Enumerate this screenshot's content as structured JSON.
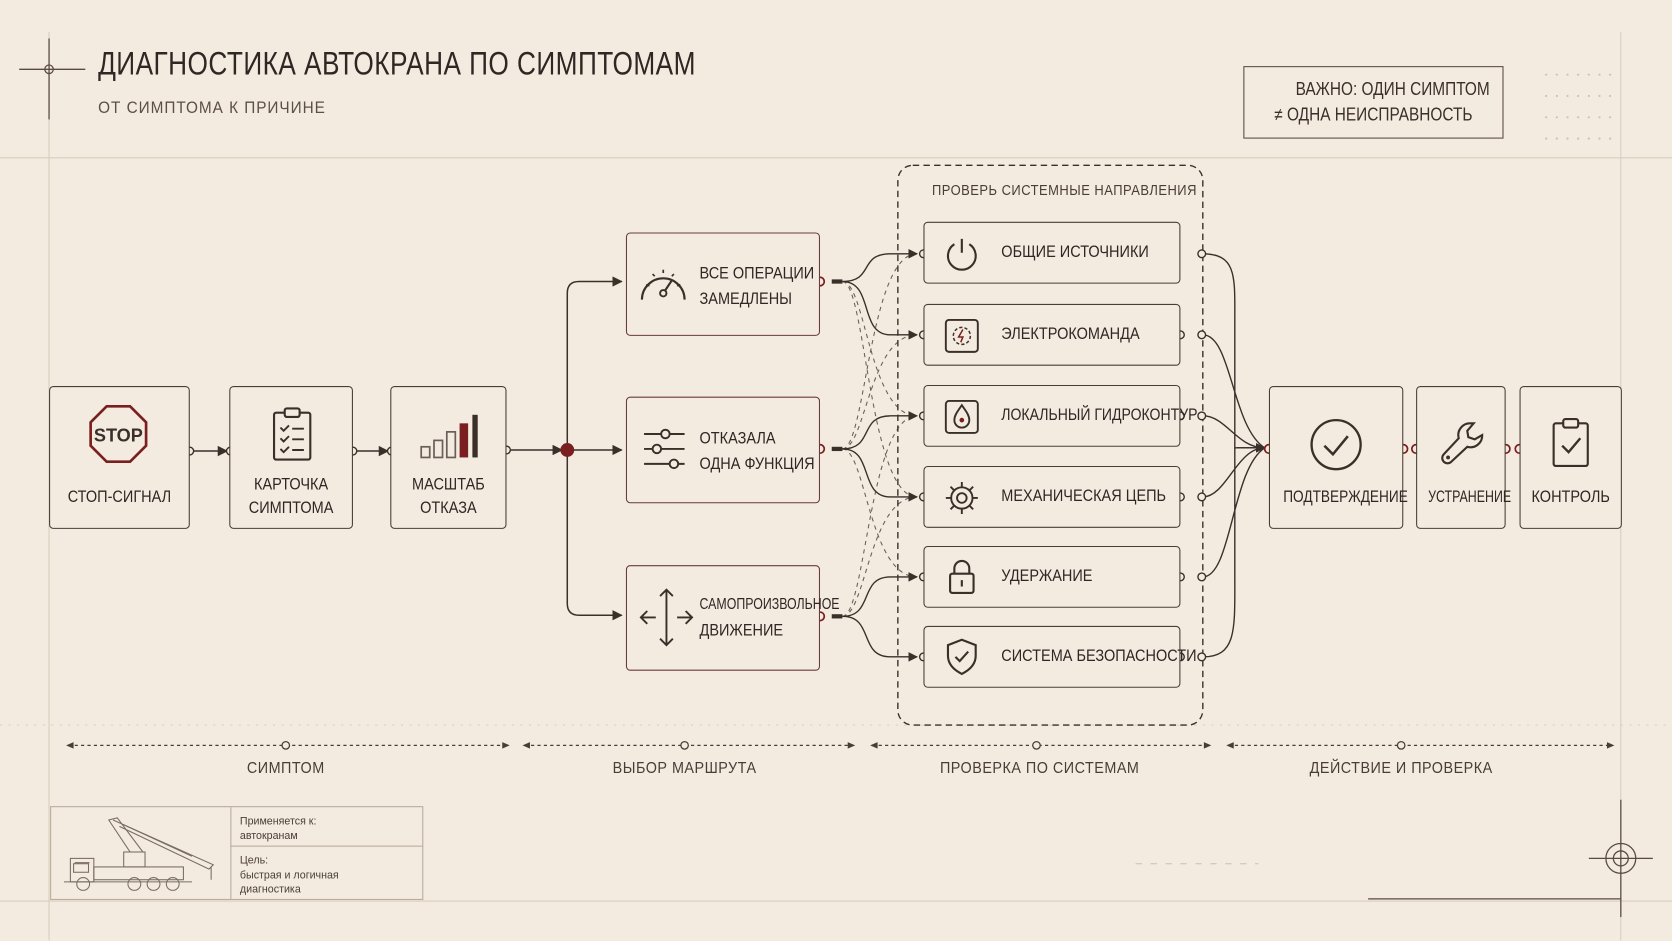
{
  "title": "ДИАГНОСТИКА АВТОКРАНА ПО СИМПТОМАМ",
  "subtitle": "ОТ СИМПТОМА К ПРИЧИНЕ",
  "note": {
    "line1": "ВАЖНО: ОДИН СИМПТОМ",
    "line2": "≠ ОДНА НЕИСПРАВНОСТЬ"
  },
  "start": {
    "stop": {
      "icon_text": "STOP",
      "label": "СТОП-СИГНАЛ",
      "icon": "stop-sign-icon"
    },
    "card": {
      "line1": "КАРТОЧКА",
      "line2": "СИМПТОМА",
      "icon": "clipboard-checklist-icon"
    },
    "scale": {
      "line1": "МАСШТАБ",
      "line2": "ОТКАЗА",
      "icon": "bar-scale-icon"
    }
  },
  "routes": [
    {
      "line1": "ВСЕ ОПЕРАЦИИ",
      "line2": "ЗАМЕДЛЕНЫ",
      "icon": "speedometer-icon"
    },
    {
      "line1": "ОТКАЗАЛА",
      "line2": "ОДНА ФУНКЦИЯ",
      "icon": "sliders-icon"
    },
    {
      "line1": "САМОПРОИЗВОЛЬНОЕ",
      "line2": "ДВИЖЕНИЕ",
      "icon": "move-arrows-icon"
    }
  ],
  "systems_group_title": "ПРОВЕРЬ СИСТЕМНЫЕ НАПРАВЛЕНИЯ",
  "systems": [
    {
      "label": "ОБЩИЕ ИСТОЧНИКИ",
      "icon": "power-icon"
    },
    {
      "label": "ЭЛЕКТРОКОМАНДА",
      "icon": "electric-module-icon"
    },
    {
      "label": "ЛОКАЛЬНЫЙ ГИДРОКОНТУР",
      "icon": "hydraulic-drop-icon"
    },
    {
      "label": "МЕХАНИЧЕСКАЯ ЦЕПЬ",
      "icon": "gear-icon"
    },
    {
      "label": "УДЕРЖАНИЕ",
      "icon": "lock-icon"
    },
    {
      "label": "СИСТЕМА БЕЗОПАСНОСТИ",
      "icon": "shield-check-icon"
    }
  ],
  "actions": [
    {
      "label": "ПОДТВЕРЖДЕНИЕ",
      "icon": "check-circle-icon"
    },
    {
      "label": "УСТРАНЕНИЕ",
      "icon": "wrench-icon"
    },
    {
      "label": "КОНТРОЛЬ",
      "icon": "clipboard-check-icon"
    }
  ],
  "phases": [
    "СИМПТОМ",
    "ВЫБОР МАРШРУТА",
    "ПРОВЕРКА ПО СИСТЕМАМ",
    "ДЕЙСТВИЕ И ПРОВЕРКА"
  ],
  "footer": {
    "applies_label": "Применяется к:",
    "applies_value": "автокранам",
    "goal_label": "Цель:",
    "goal_line1": "быстрая и логичная",
    "goal_line2": "диагностика",
    "illustration": "truck-crane-illustration"
  },
  "colors": {
    "background": "#f3ebdf",
    "ink": "#3b2f2a",
    "accent": "#7a1f1f"
  }
}
